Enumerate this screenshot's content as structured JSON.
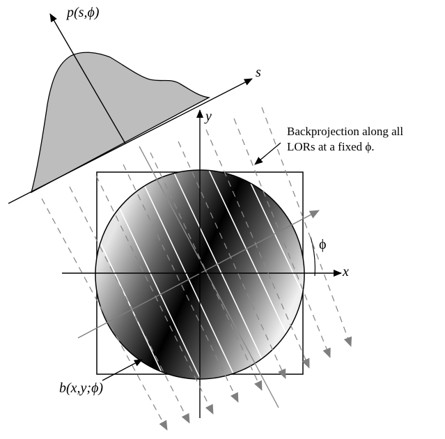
{
  "labels": {
    "projection": "p(s,ϕ)",
    "s_axis": "s",
    "y_axis": "y",
    "x_axis": "x",
    "phi": "ϕ",
    "backprojection_image": "b(x,y;ϕ)",
    "annotation_line1": "Backprojection along all",
    "annotation_line2": "LORs at a fixed ϕ."
  },
  "colors": {
    "profile_fill": "#bdbdbd",
    "line": "#000000",
    "dashed": "#8a8a8a",
    "arrowhead_gray": "#7f7f7f",
    "stripe_white": "#ffffff",
    "disc_dark": "#000000",
    "disc_light": "#e6e6e6"
  }
}
